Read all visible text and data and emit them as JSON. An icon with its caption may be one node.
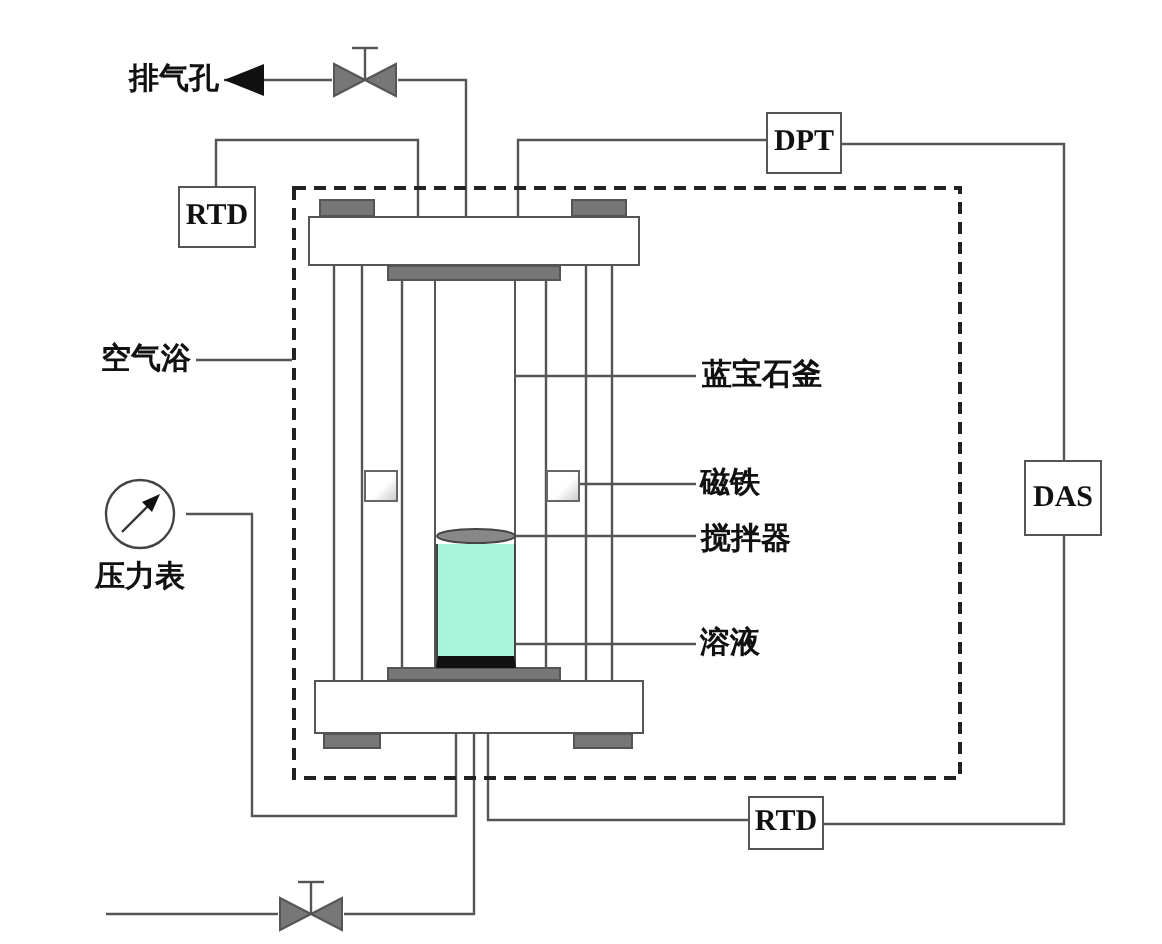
{
  "diagram": {
    "nodes": [
      {
        "text": [
          "排气孔"
        ]
      },
      {
        "text": [],
        "shape": "valve"
      },
      {
        "text": [
          "RTD"
        ]
      },
      {
        "text": [
          "DPT"
        ]
      },
      {
        "text": [
          "空气浴"
        ]
      },
      {
        "text": [],
        "shape": "box"
      },
      {
        "text": [],
        "shape": "box",
        "in": 5
      },
      {
        "text": [],
        "shape": "cylinder",
        "in": 5
      },
      {
        "text": [
          "蓝宝石釜"
        ],
        "in": 5
      },
      {
        "text": [],
        "shape": "box",
        "in": 5
      },
      {
        "text": [],
        "shape": "box",
        "in": 5
      },
      {
        "text": [
          "磁铁"
        ],
        "in": 5
      },
      {
        "text": [],
        "shape": "ellipse",
        "in": 7
      },
      {
        "text": [
          "搅拌器"
        ],
        "in": 5
      },
      {
        "text": [],
        "shape": "beaker",
        "in": 7
      },
      {
        "text": [
          "溶液"
        ],
        "in": 5
      },
      {
        "text": [],
        "shape": "box",
        "in": 5
      },
      {
        "text": [
          "DAS"
        ]
      },
      {
        "text": [
          "压力表"
        ]
      },
      {
        "text": [
          "RTD"
        ]
      },
      {
        "text": [],
        "shape": "valve"
      }
    ],
    "edges": [
      {
        "from": 1,
        "to": 0,
        "arrow": "to"
      },
      {
        "from": 6,
        "to": 1,
        "arrow": "none"
      },
      {
        "from": 2,
        "to": 6,
        "arrow": "none"
      },
      {
        "from": 6,
        "to": 3,
        "arrow": "none"
      },
      {
        "from": 3,
        "to": 17,
        "arrow": "none"
      },
      {
        "from": 17,
        "to": 19,
        "arrow": "none"
      },
      {
        "from": 19,
        "to": 16,
        "arrow": "none"
      },
      {
        "from": 18,
        "to": 16,
        "arrow": "none"
      },
      {
        "from": 16,
        "to": 20,
        "arrow": "none"
      },
      {
        "from": null,
        "to": 20,
        "arrow": "none"
      },
      {
        "from": 4,
        "to": 5,
        "arrow": "none"
      },
      {
        "from": 8,
        "to": 7,
        "arrow": "none"
      },
      {
        "from": 11,
        "to": 10,
        "arrow": "none"
      },
      {
        "from": 13,
        "to": 12,
        "arrow": "none"
      },
      {
        "from": 15,
        "to": 14,
        "arrow": "none"
      }
    ]
  }
}
